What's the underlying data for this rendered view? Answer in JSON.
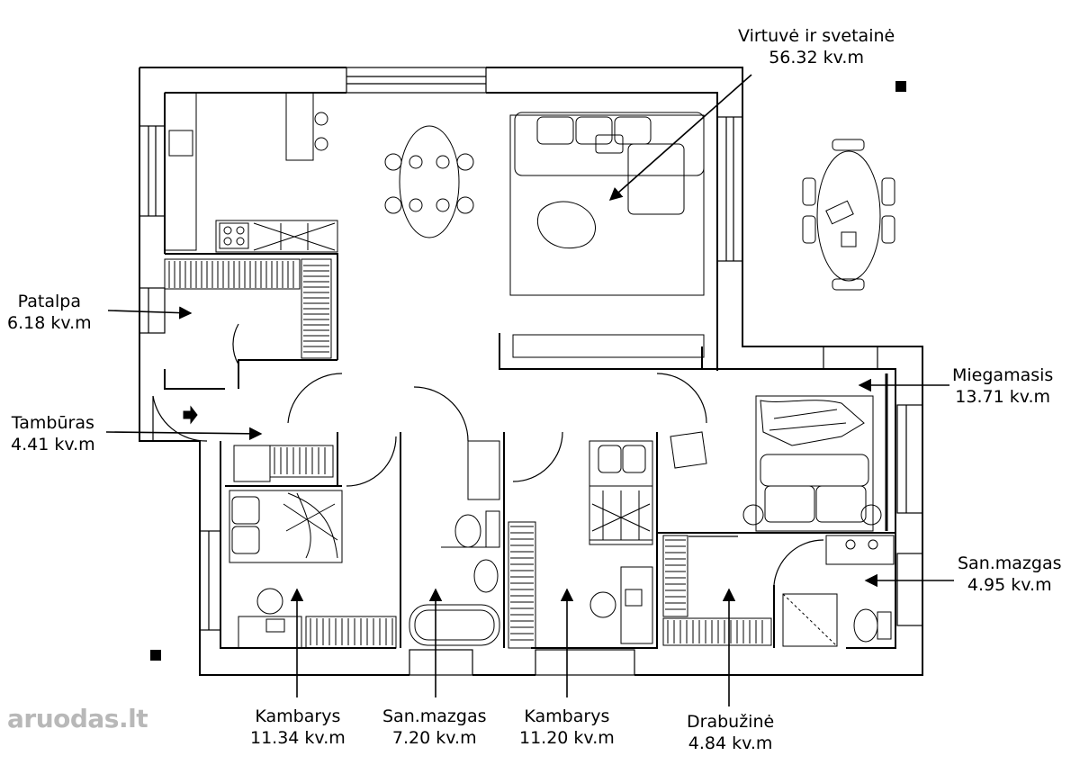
{
  "rooms": [
    {
      "id": "virtuve",
      "name": "Virtuvė ir svetainė",
      "area": "56.32 kv.m"
    },
    {
      "id": "patalpa",
      "name": "Patalpa",
      "area": "6.18 kv.m"
    },
    {
      "id": "tamburas",
      "name": "Tambūras",
      "area": "4.41 kv.m"
    },
    {
      "id": "miegamasis",
      "name": "Miegamasis",
      "area": "13.71 kv.m"
    },
    {
      "id": "sanmazgas2",
      "name": "San.mazgas",
      "area": "4.95 kv.m"
    },
    {
      "id": "kambarys1",
      "name": "Kambarys",
      "area": "11.34 kv.m"
    },
    {
      "id": "sanmazgas1",
      "name": "San.mazgas",
      "area": "7.20 kv.m"
    },
    {
      "id": "kambarys2",
      "name": "Kambarys",
      "area": "11.20 kv.m"
    },
    {
      "id": "drabuzine",
      "name": "Drabužinė",
      "area": "4.84 kv.m"
    }
  ],
  "watermark": "aruodas.lt",
  "colors": {
    "wall": "#000000",
    "line": "#1a1a1a",
    "background": "#ffffff",
    "watermark": "#b8b8b8"
  }
}
